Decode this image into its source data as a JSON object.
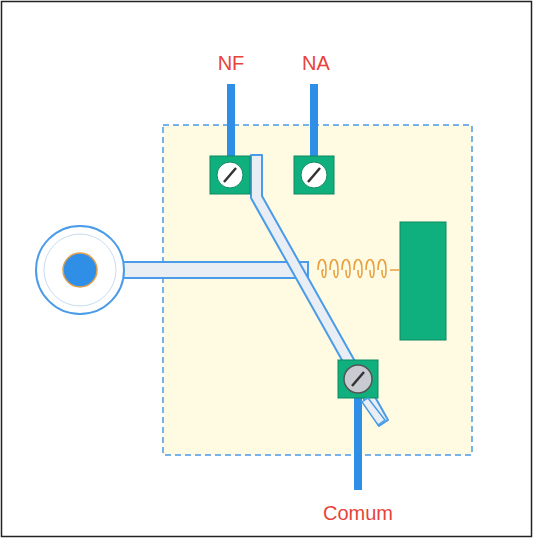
{
  "diagram": {
    "labels": [
      "NF",
      "NA",
      "Comum"
    ]
  }
}
